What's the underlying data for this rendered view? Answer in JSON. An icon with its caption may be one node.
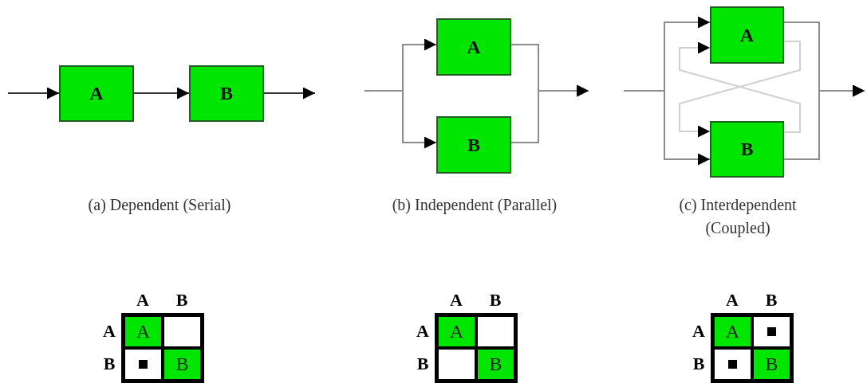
{
  "diagram": {
    "nodes": [
      {
        "text": [
          "A"
        ]
      },
      {
        "text": [
          "B"
        ]
      },
      {
        "text": [
          "A"
        ]
      },
      {
        "text": [
          "B"
        ]
      },
      {
        "text": [
          "A"
        ]
      },
      {
        "text": [
          "B"
        ]
      }
    ],
    "edges": [
      {
        "from": null,
        "to": 0,
        "arrow": "to",
        "color": "#333333"
      },
      {
        "from": 0,
        "to": 1,
        "arrow": "to",
        "color": "#333333"
      },
      {
        "from": 1,
        "to": null,
        "arrow": "to",
        "color": "#333333"
      },
      {
        "from": null,
        "to": 2,
        "arrow": "to"
      },
      {
        "from": null,
        "to": 3,
        "arrow": "to"
      },
      {
        "from": 2,
        "to": null,
        "arrow": "to"
      },
      {
        "from": 3,
        "to": null,
        "arrow": "to"
      },
      {
        "from": null,
        "to": 4,
        "arrow": "to"
      },
      {
        "from": null,
        "to": 5,
        "arrow": "to"
      },
      {
        "from": 4,
        "to": 5,
        "arrow": "to",
        "color": "#d0d0d0"
      },
      {
        "from": 5,
        "to": 4,
        "arrow": "to",
        "color": "#d0d0d0"
      },
      {
        "from": 4,
        "to": null,
        "arrow": "to"
      },
      {
        "from": 5,
        "to": null,
        "arrow": "to"
      }
    ],
    "labels": [
      "(a) Dependent (Serial)",
      "(b) Independent (Parallel)",
      "(c) Interdependent (Coupled)",
      "A",
      "B",
      "A",
      "A",
      "B",
      "B",
      "A",
      "B",
      "A",
      "A",
      "B",
      "B",
      "A",
      "B",
      "A",
      "A",
      "B",
      "B"
    ]
  }
}
